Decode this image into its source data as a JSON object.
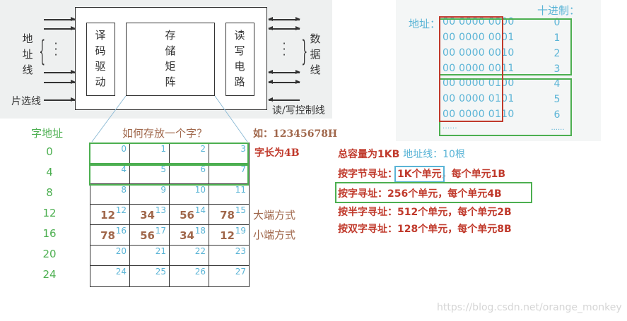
{
  "chip_diagram": {
    "address_lines_label": [
      "地",
      "址",
      "线"
    ],
    "decoder_label": [
      "译",
      "码",
      "驱",
      "动"
    ],
    "storage_matrix_label": [
      "存",
      "储",
      "矩",
      "阵"
    ],
    "rw_circuit_label": [
      "读",
      "写",
      "电",
      "路"
    ],
    "data_lines_label": [
      "数",
      "据",
      "线"
    ],
    "chip_select_label": "片选线",
    "rw_control_label": "读/写控制线"
  },
  "word_storage": {
    "word_address_header": "字地址",
    "question": "如何存放一个字？",
    "example": "如：12345678H",
    "word_length": "字长为4B",
    "big_endian_label": "大端方式",
    "little_endian_label": "小端方式",
    "word_addresses": [
      "0",
      "4",
      "8",
      "12",
      "16",
      "20",
      "24"
    ],
    "rows": [
      {
        "cells": [
          {
            "addr": "0",
            "byte": ""
          },
          {
            "addr": "1",
            "byte": ""
          },
          {
            "addr": "2",
            "byte": ""
          },
          {
            "addr": "3",
            "byte": ""
          }
        ]
      },
      {
        "cells": [
          {
            "addr": "4",
            "byte": ""
          },
          {
            "addr": "5",
            "byte": ""
          },
          {
            "addr": "6",
            "byte": ""
          },
          {
            "addr": "7",
            "byte": ""
          }
        ]
      },
      {
        "cells": [
          {
            "addr": "8",
            "byte": ""
          },
          {
            "addr": "9",
            "byte": ""
          },
          {
            "addr": "10",
            "byte": ""
          },
          {
            "addr": "11",
            "byte": ""
          }
        ]
      },
      {
        "cells": [
          {
            "addr": "12",
            "byte": "12"
          },
          {
            "addr": "13",
            "byte": "34"
          },
          {
            "addr": "14",
            "byte": "56"
          },
          {
            "addr": "15",
            "byte": "78"
          }
        ]
      },
      {
        "cells": [
          {
            "addr": "16",
            "byte": "78"
          },
          {
            "addr": "17",
            "byte": "56"
          },
          {
            "addr": "18",
            "byte": "34"
          },
          {
            "addr": "19",
            "byte": "12"
          }
        ]
      },
      {
        "cells": [
          {
            "addr": "20",
            "byte": ""
          },
          {
            "addr": "21",
            "byte": ""
          },
          {
            "addr": "22",
            "byte": ""
          },
          {
            "addr": "23",
            "byte": ""
          }
        ]
      },
      {
        "cells": [
          {
            "addr": "24",
            "byte": ""
          },
          {
            "addr": "25",
            "byte": ""
          },
          {
            "addr": "26",
            "byte": ""
          },
          {
            "addr": "27",
            "byte": ""
          }
        ]
      }
    ]
  },
  "address_table": {
    "address_label": "地址：",
    "decimal_label": "十进制：",
    "binary": [
      "00 0000 0000",
      "00 0000 0001",
      "00 0000 0010",
      "00 0000 0011",
      "00 0000 0100",
      "00 0000 0101",
      "00 0000 0110",
      "......"
    ],
    "decimal": [
      "0",
      "1",
      "2",
      "3",
      "4",
      "5",
      "6",
      "......"
    ]
  },
  "addressing_info": {
    "capacity": "总容量为1KB",
    "address_lines": "地址线：10根",
    "byte_addr_prefix": "按字节寻址：",
    "byte_addr_units": "1K个单元",
    "byte_addr_suffix": "，每个单元1B",
    "word_addr": "按字寻址：256个单元，每个单元4B",
    "halfword_addr": "按半字寻址：512个单元，每个单元2B",
    "doubleword_addr": "按双字寻址：128个单元，每个单元8B"
  },
  "watermark": "https://blog.csdn.net/orange_monkey",
  "colors": {
    "green": "#4caf50",
    "red": "#c0392b",
    "blue": "#5ab4d6",
    "brown": "#a0674b"
  }
}
